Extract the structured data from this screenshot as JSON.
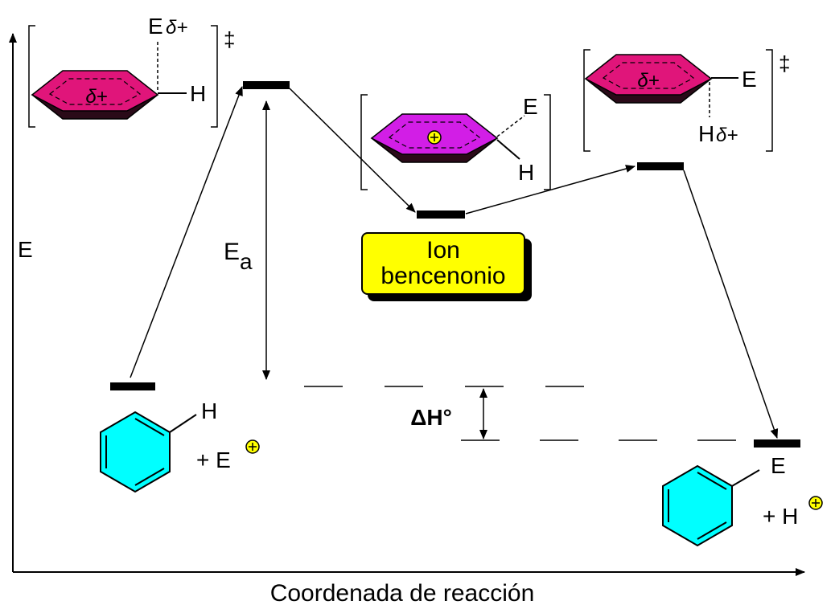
{
  "axes": {
    "y_label": "E",
    "x_label": "Coordenada de reacción"
  },
  "annotations": {
    "activation_energy": {
      "main": "E",
      "sub": "a"
    },
    "enthalpy_change": "ΔH°",
    "intermediate_box": {
      "line1": "Ion",
      "line2": "bencenonio"
    }
  },
  "reactants": {
    "substituent": "H",
    "reagent": "+ E"
  },
  "products": {
    "substituent": "E",
    "reagent": "+ H"
  },
  "transition_state_1": {
    "ring_charge": "δ+",
    "top_label": "E",
    "top_charge": "δ+",
    "side_label": "H",
    "symbol": "‡"
  },
  "intermediate": {
    "top_label": "E",
    "bottom_label": "H",
    "charge_symbol": "+"
  },
  "transition_state_2": {
    "ring_charge": "δ+",
    "side_label": "E",
    "bottom_label": "H",
    "bottom_charge": "δ+",
    "symbol": "‡"
  },
  "colors": {
    "benzene": "#00ffff",
    "transition_ring": "#e0157a",
    "intermediate_ring": "#d21ee6",
    "charge_circle": "#ffff00",
    "label_box": "#ffff00"
  }
}
